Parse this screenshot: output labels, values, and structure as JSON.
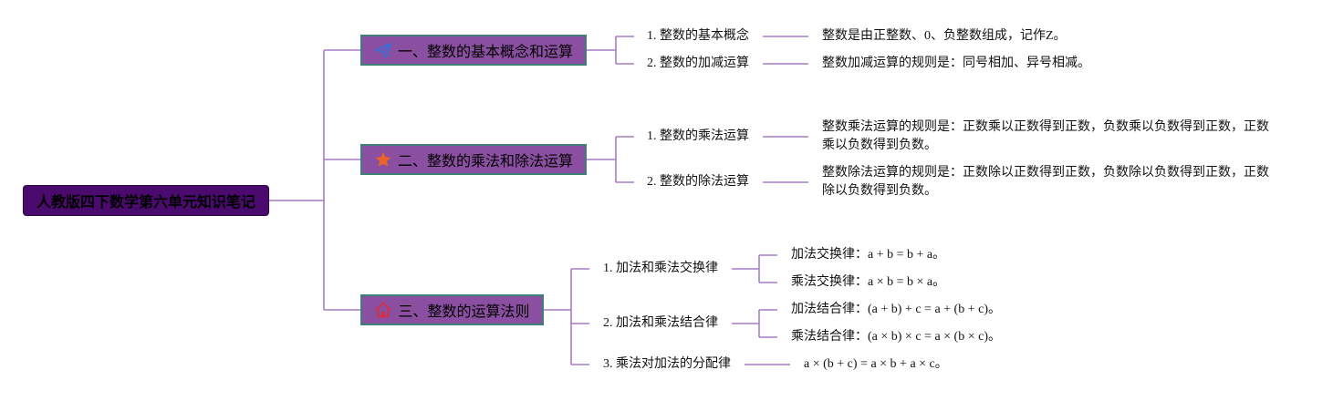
{
  "root": {
    "label": "人教版四下数学第六单元知识笔记"
  },
  "branches": [
    {
      "label": "一、整数的基本概念和运算",
      "icon": "paper-plane-icon",
      "children": [
        {
          "label": "1. 整数的基本概念",
          "note": "整数是由正整数、0、负整数组成，记作Z。"
        },
        {
          "label": "2. 整数的加减运算",
          "note": "整数加减运算的规则是：同号相加、异号相减。"
        }
      ]
    },
    {
      "label": "二、整数的乘法和除法运算",
      "icon": "star-icon",
      "children": [
        {
          "label": "1. 整数的乘法运算",
          "note": "整数乘法运算的规则是：正数乘以正数得到正数，负数乘以负数得到正数，正数乘以负数得到负数。"
        },
        {
          "label": "2. 整数的除法运算",
          "note": "整数除法运算的规则是：正数除以正数得到正数，负数除以负数得到正数，正数除以负数得到负数。"
        }
      ]
    },
    {
      "label": "三、整数的运算法则",
      "icon": "home-icon",
      "children": [
        {
          "label": "1. 加法和乘法交换律",
          "notes": [
            "加法交换律：a + b = b + a。",
            "乘法交换律：a × b = b × a。"
          ]
        },
        {
          "label": "2. 加法和乘法结合律",
          "notes": [
            "加法结合律：(a + b) + c = a + (b + c)。",
            "乘法结合律：(a × b) × c = a × (b × c)。"
          ]
        },
        {
          "label": "3. 乘法对加法的分配律",
          "notes": [
            "a × (b + c) = a × b + a × c。"
          ]
        }
      ]
    }
  ],
  "colors": {
    "connector": "#a67cc4",
    "root_fill": "#4b0a6e",
    "branch_fill": "#8a4fa0",
    "branch_border": "#3e7f79",
    "plane_icon": "#3a6fd8",
    "star_icon": "#e8622c",
    "home_icon": "#d63040"
  }
}
